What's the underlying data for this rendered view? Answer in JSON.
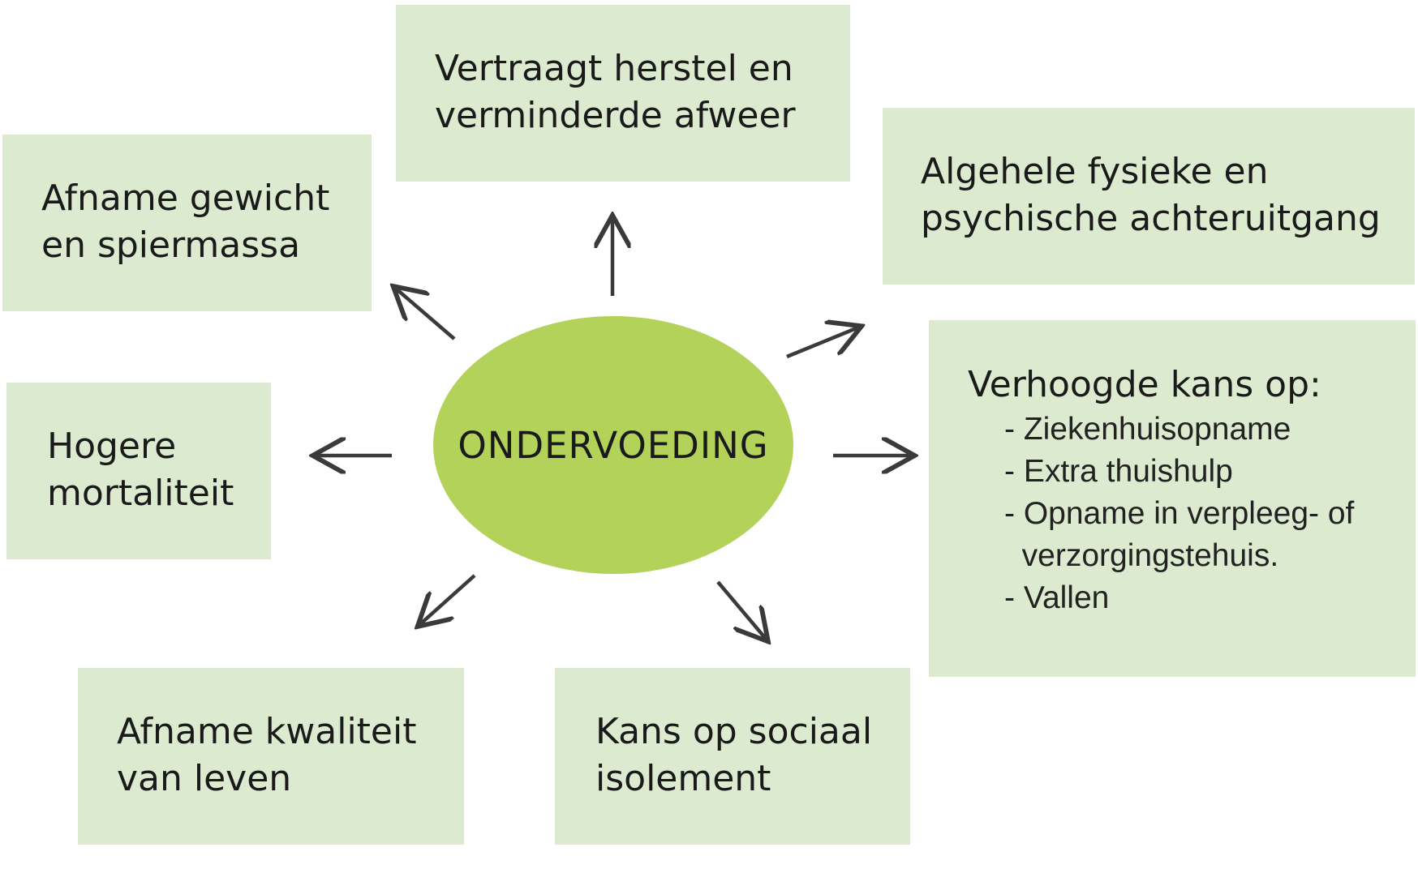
{
  "center": {
    "label": "ONDERVOEDING"
  },
  "boxes": {
    "herstel": {
      "lines": [
        "Vertraagt herstel en",
        "verminderde afweer"
      ]
    },
    "gewicht": {
      "lines": [
        "Afname gewicht",
        "en spiermassa"
      ]
    },
    "fysiek": {
      "lines": [
        "Algehele fysieke en",
        "psychische achteruitgang"
      ]
    },
    "kans": {
      "heading": "Verhoogde kans op:",
      "items": [
        "- Ziekenhuisopname",
        "- Extra thuishulp",
        "- Opname in verpleeg- of",
        "  verzorgingstehuis.",
        "- Vallen"
      ]
    },
    "mortaliteit": {
      "lines": [
        "Hogere",
        "mortaliteit"
      ]
    },
    "kwaliteit": {
      "lines": [
        "Afname kwaliteit",
        "van leven"
      ]
    },
    "isolement": {
      "lines": [
        "Kans op sociaal",
        "isolement"
      ]
    }
  },
  "colors": {
    "box_fill": "#dcebd0",
    "center_fill": "#b2d25a",
    "arrow": "#3a3a3a",
    "text": "#1a1a1a"
  }
}
